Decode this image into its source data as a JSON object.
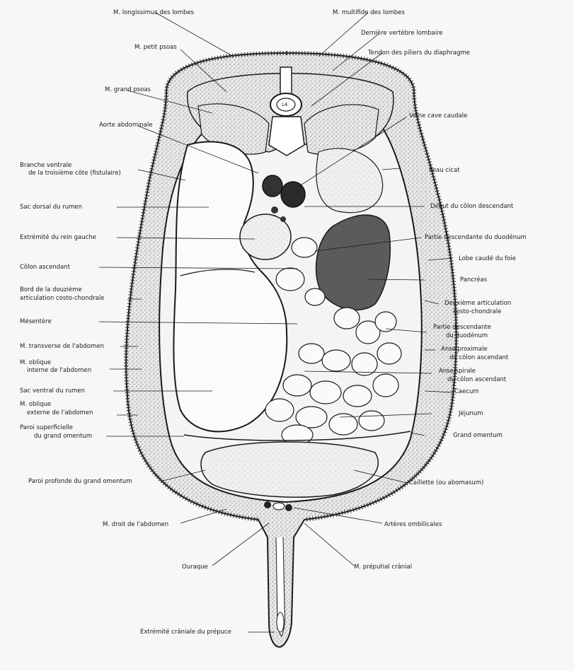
{
  "labels": {
    "top_left_1": "M. longissimus des lombes",
    "top_right_1": "M. multifide des lombes",
    "right_2": "Dernière vertèbre lombaire",
    "right_3": "Tendon des piliers du diaphragme",
    "left_psoas_small": "M. petit psoas",
    "left_psoas_big": "M. grand psoas",
    "left_aorta": "Aorte abdominale",
    "right_vena": "Veine cave caudale",
    "left_nerve": "Branche ventrale de la troisième côte (fistulaire)",
    "left_nerve_1": "Branche ventrale",
    "left_nerve_2": "de la troisième côte (fistulaire)",
    "right_skin": "Peau cicat",
    "left_dorsal_sac": "Sac dorsal du rumen",
    "right_colon_desc": "Début du côlon descendant",
    "left_kidney": "Extrémité du rein gauche",
    "right_duodenum_1": "Partie descendante du duodénum",
    "left_colon": "Côlon ascendant",
    "right_liver": "Lobe caudé du foie",
    "right_pancreas": "Pancréas",
    "left_joint_1": "Bord de la douzième",
    "left_joint_2": "articulation costo-chondrale",
    "right_joint_1": "Deuxième articulation",
    "right_joint_2": "costo-chondrale",
    "left_mesentery": "Mésentère",
    "right_duo_desc_1": "Partie descendante",
    "right_duo_desc_2": "du duodénum",
    "left_transverse": "M. transverse de l'abdomen",
    "right_anse_1": "Anse proximale",
    "right_anse_2": "du côlon ascendant",
    "left_oblique_int_1": "M. oblique",
    "left_oblique_int_2": "interne de l'abdomen",
    "right_anse_spiral_1": "Anse spirale",
    "right_anse_spiral_2": "du côlon ascendant",
    "left_ventral_sac": "Sac ventral du rumen",
    "right_caecum": "Caecum",
    "left_oblique_ext_1": "M. oblique",
    "left_oblique_ext_2": "externe de l'abdomen",
    "right_jejunum": "Jéjunum",
    "left_omentum_1": "Paroi superficielle",
    "left_omentum_2": "du grand omentum",
    "right_omentum": "Grand omentum",
    "left_omentum_deep": "Paroi profonde du grand omentum",
    "right_abomasum": "Caillette (ou abomasum)",
    "left_rectus": "M. droit de l'abdomen",
    "right_arteries": "Artères ombilicales",
    "left_urachus": "Ouraque",
    "right_preputial": "M. préputial crânial",
    "bottom_preputium": "Extrémité crâniale du prépuce",
    "vertebra_label": "L4"
  },
  "colors": {
    "line": "#1a1a1a",
    "stipple": "#9a9a9a",
    "background": "#f7f7f7",
    "dark_organ": "#2c2c2c"
  }
}
